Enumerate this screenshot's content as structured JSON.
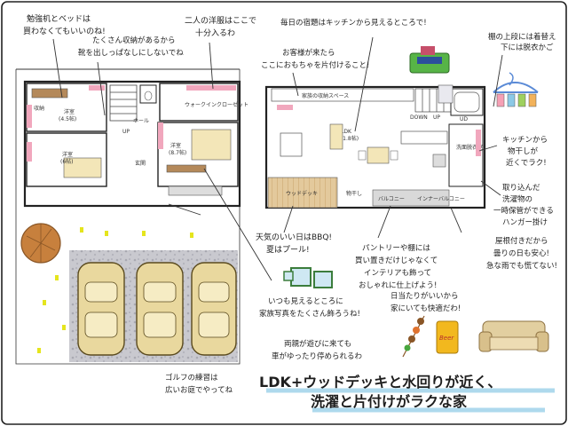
{
  "notes": {
    "desk_bed": [
      "勉強机とベッドは",
      "買わなくてもいいのね!"
    ],
    "shoes": [
      "たくさん収納があるから",
      "靴を出しっぱなしにしないでね"
    ],
    "clothes": [
      "二人の洋服はここで",
      "十分入るわ"
    ],
    "homework": [
      "毎日の宿題はキッチンから見えるところで!"
    ],
    "toys": [
      "お客様が来たら",
      "ここにおもちゃを片付けること!"
    ],
    "shelf": [
      "棚の上段には着替え",
      "下には脱衣かご"
    ],
    "drying": [
      "キッチンから",
      "物干しが",
      "近くでラク!"
    ],
    "hanger": [
      "取り込んだ",
      "洗濯物の",
      "一時保管ができる",
      "ハンガー掛け"
    ],
    "bbq": [
      "天気のいい日はBBQ!",
      "夏はプール!"
    ],
    "pantry": [
      "パントリーや棚には",
      "買い置きだけじゃなくて",
      "インテリアも飾って",
      "おしゃれに仕上げよう!"
    ],
    "roof": [
      "屋根付きだから",
      "曇りの日も安心!",
      "急な雨でも慌てない!"
    ],
    "photos": [
      "いつも見えるところに",
      "家族写真をたくさん飾ろうね!"
    ],
    "shade": [
      "日当たりがいいから",
      "家にいても快適だわ!"
    ],
    "parents": [
      "両親が遊びに来ても",
      "車がゆったり停められるわ"
    ],
    "golf": [
      "ゴルフの練習は",
      "広いお庭でやってね"
    ]
  },
  "rooms": {
    "western_1": "洋室",
    "western_1_size": "(4.5帖)",
    "western_2": "洋室",
    "western_2_size": "(6帖)",
    "western_3": "洋室",
    "western_3_size": "(8.7帖)",
    "walkin": "ウォークインクローゼット",
    "hall": "ホール",
    "entrance": "玄関",
    "up_left": "UP",
    "storage_desk": "収納",
    "family_storage": "家族の収納スペース",
    "ldk": "LDK",
    "ldk_size": "(21.8帖)",
    "wood_deck": "ウッドデッキ",
    "washroom": "洗面脱衣室",
    "down": "DOWN",
    "up_right": "UP",
    "balcony": "バルコニー",
    "inner_balcony": "インナーバルコニー",
    "clothes_dryer": "物干し",
    "ud": "UD"
  },
  "headline": {
    "line1": "LDK+ウッドデッキと水回りが近く、",
    "line2": "洗濯と片付けがラクな家"
  },
  "beer_label": "Beer"
}
